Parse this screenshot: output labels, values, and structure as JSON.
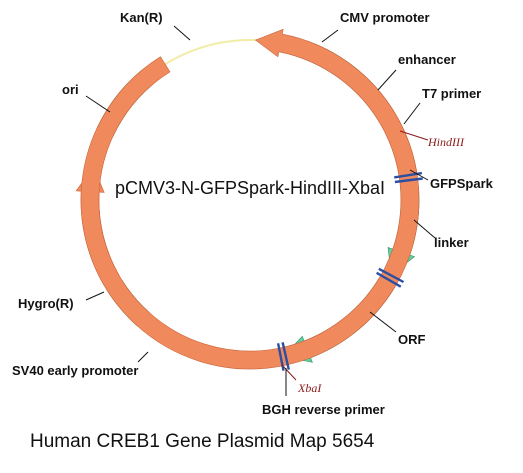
{
  "title": "pCMV3-N-GFPSpark-HindIII-XbaI",
  "caption": "Human CREB1 Gene Plasmid Map 5654",
  "colors": {
    "backbone": "#f2eca6",
    "green": "#5fcf9b",
    "orange": "#f08a5c",
    "site_mark": "#2b4fa3",
    "site_text": "#8b1a1a"
  },
  "features": [
    {
      "id": "cmv",
      "label": "CMV promoter",
      "color": "green",
      "start": 20,
      "end": 58,
      "arrow": false
    },
    {
      "id": "enh",
      "label": "enhancer",
      "color": "orange",
      "start": 58,
      "end": 82,
      "arrow": false
    },
    {
      "id": "gfp",
      "label": "GFPSpark",
      "color": "green",
      "start": 84,
      "end": 118,
      "arrow": true
    },
    {
      "id": "orf",
      "label": "ORF",
      "color": "green",
      "start": 121,
      "end": 168,
      "arrow": true
    },
    {
      "id": "sv40",
      "label": "SV40 early promoter",
      "color": "green",
      "start": 222,
      "end": 238,
      "arrow": false
    },
    {
      "id": "hygro",
      "label": "Hygro(R)",
      "color": "orange",
      "start": 240,
      "end": 282,
      "arrow": true
    },
    {
      "id": "ori",
      "label": "ori",
      "color": "green",
      "start": 295,
      "end": 320,
      "arrow": false
    },
    {
      "id": "kan",
      "label": "Kan(R)",
      "color": "orange",
      "start": 328,
      "end": 2,
      "arrow": true,
      "dir": "ccw"
    }
  ],
  "marks": [
    {
      "id": "t7",
      "label": "T7 primer",
      "angle": 82
    },
    {
      "id": "linker",
      "label": "linker",
      "angle": 119
    },
    {
      "id": "bgh",
      "label": "BGH reverse primer",
      "angle": 168
    }
  ],
  "sites": [
    {
      "id": "hindiii",
      "label": "HindIII",
      "angle": 83
    },
    {
      "id": "xbai",
      "label": "XbaI",
      "angle": 169
    }
  ]
}
